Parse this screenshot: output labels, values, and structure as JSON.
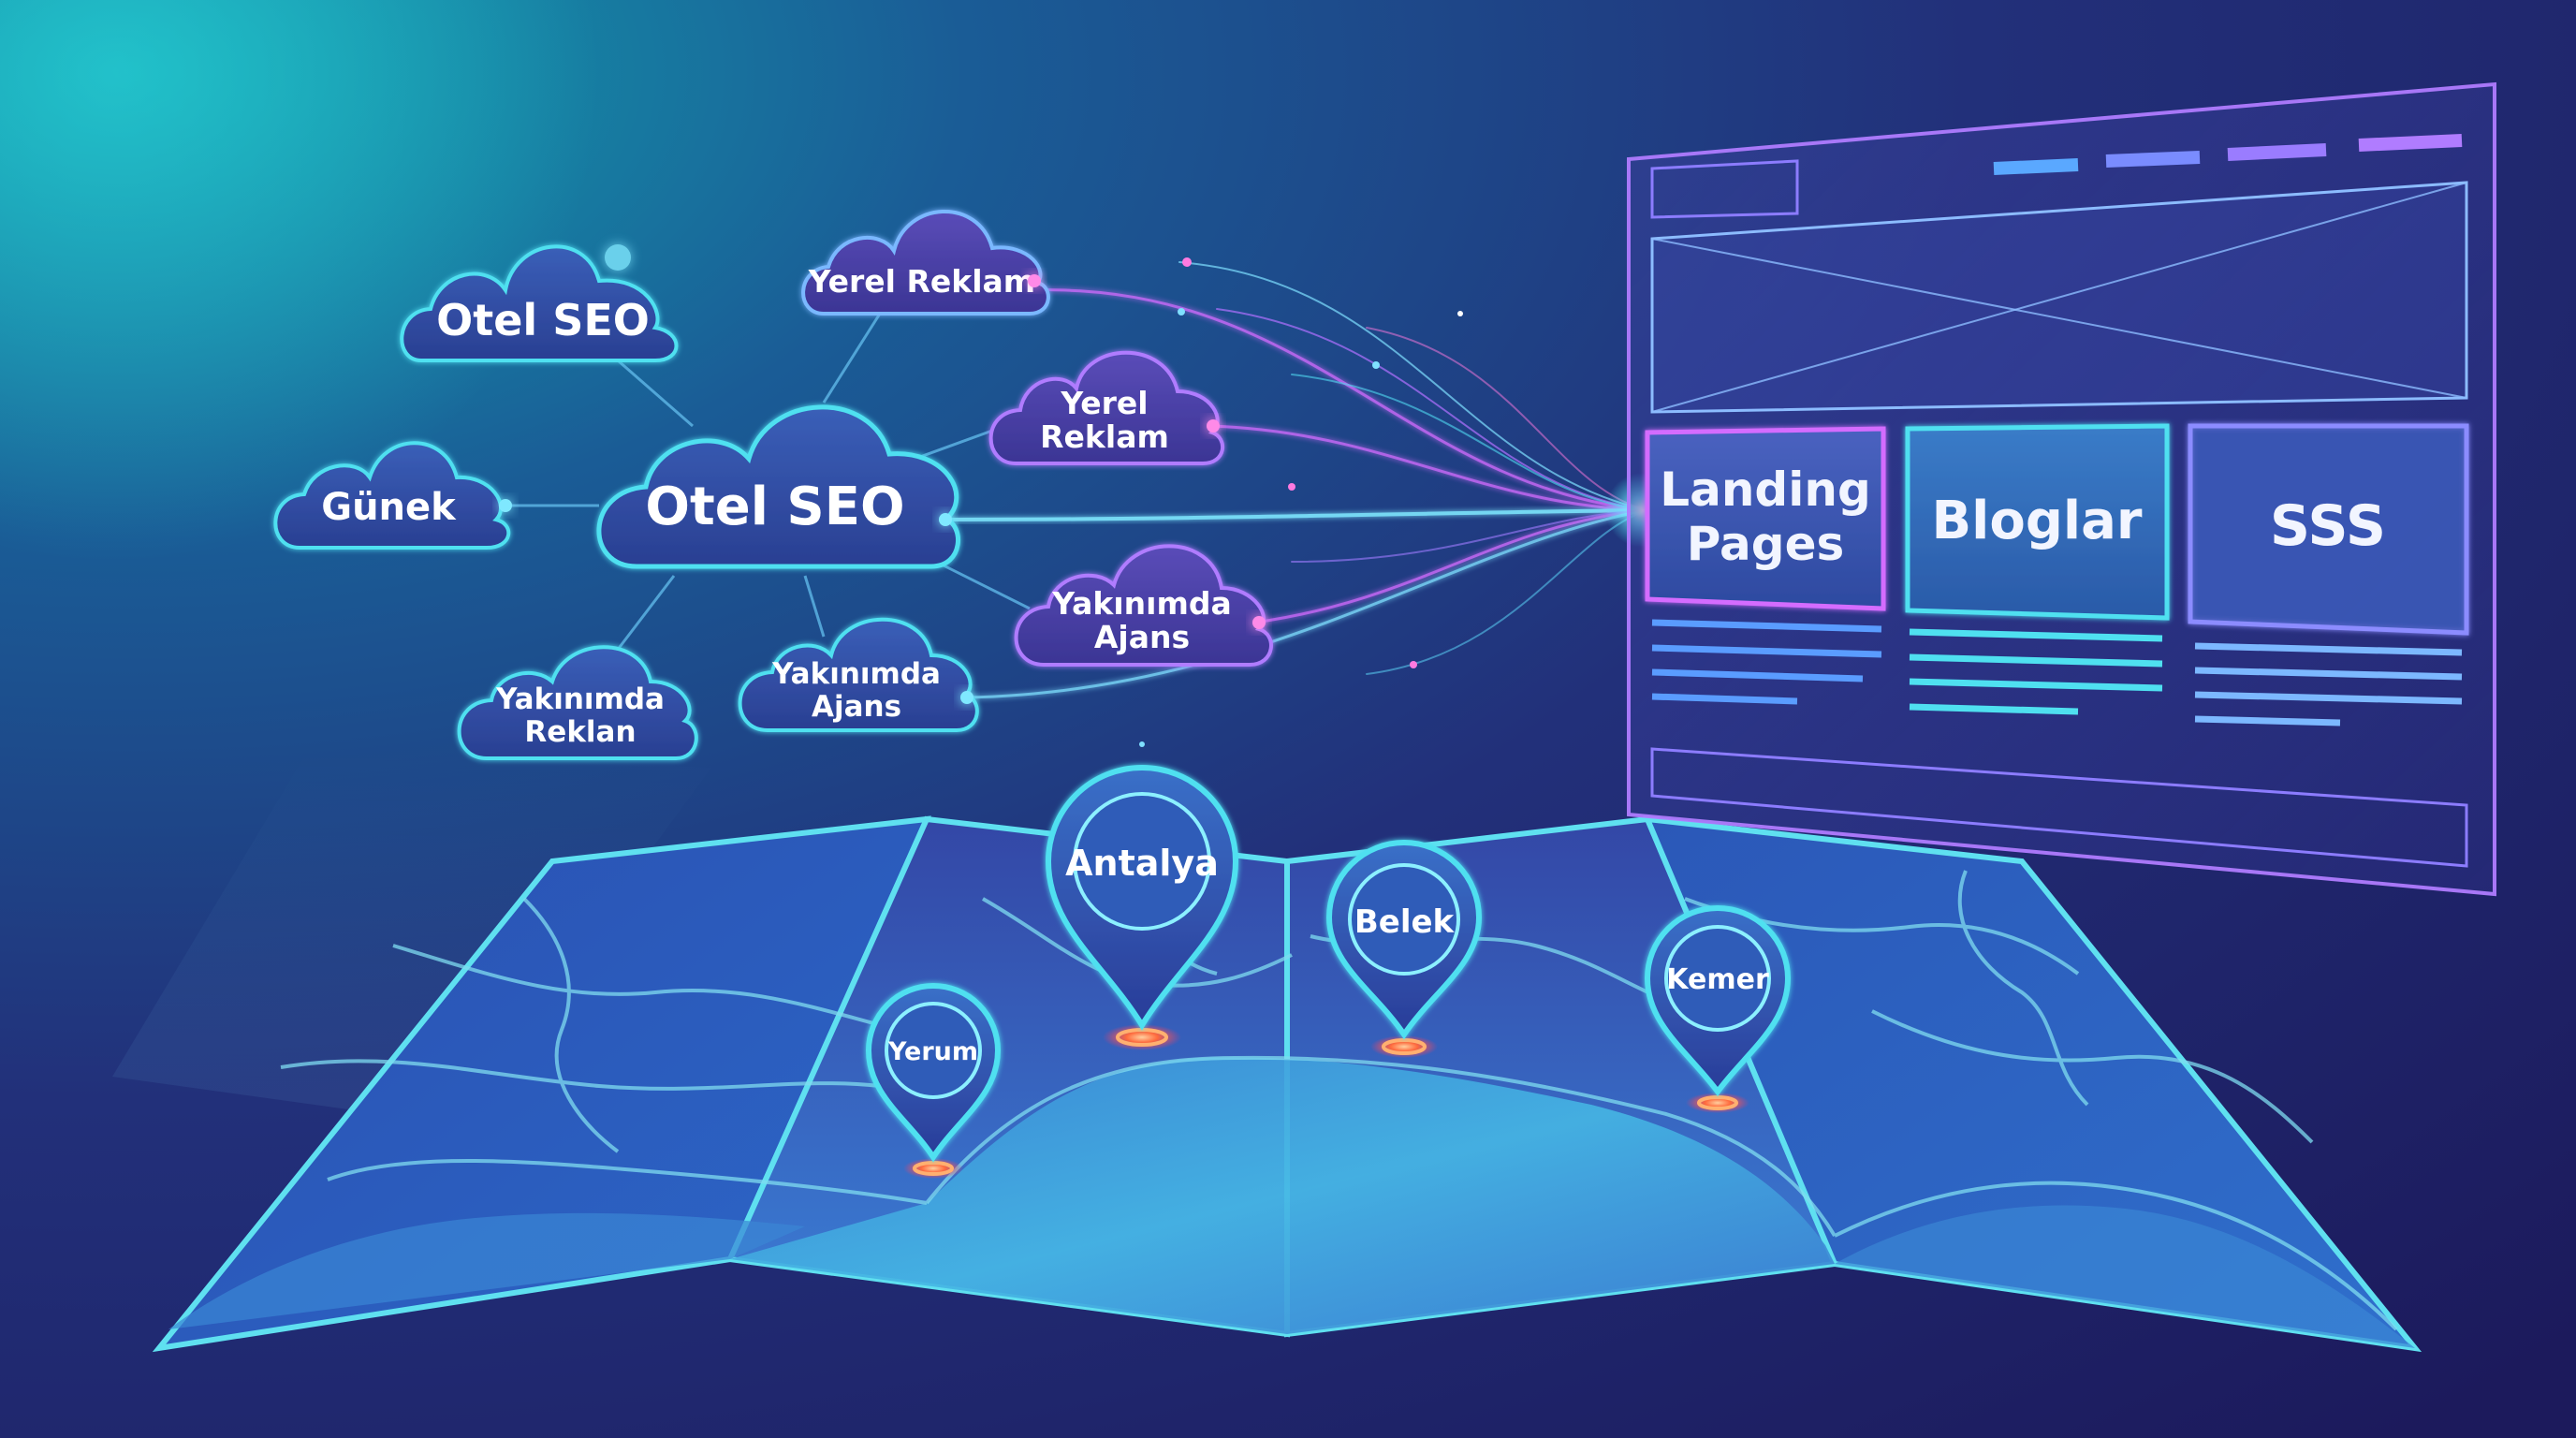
{
  "keyword_clouds": {
    "otel_seo_small": "Otel SEO",
    "yerel_reklam_top": "Yerel Reklam",
    "gunek": "Günek",
    "otel_seo_main": "Otel SEO",
    "yerel_reklam_mid": [
      "Yerel",
      "Reklam"
    ],
    "yakinimda_reklan": [
      "Yakınımda",
      "Reklan"
    ],
    "yakinimda_ajans_left": [
      "Yakınımda",
      "Ajans"
    ],
    "yakinimda_ajans_right": [
      "Yakınımda",
      "Ajans"
    ]
  },
  "website_wireframe": {
    "landing_pages": [
      "Landing",
      "Pages"
    ],
    "bloglar": "Bloglar",
    "sss": "SSS"
  },
  "map_pins": {
    "antalya": "Antalya",
    "belek": "Belek",
    "kemer": "Kemer",
    "yerum": "Yerum"
  },
  "colors": {
    "background_dark": "#1b1f63",
    "background_teal": "#0e8a9a",
    "accent_cyan": "#3fe0f0",
    "accent_magenta": "#d46cff",
    "map_land": "#2a56b8",
    "map_sea": "#3a8fd8",
    "pin_glow": "#ff5a3c"
  }
}
